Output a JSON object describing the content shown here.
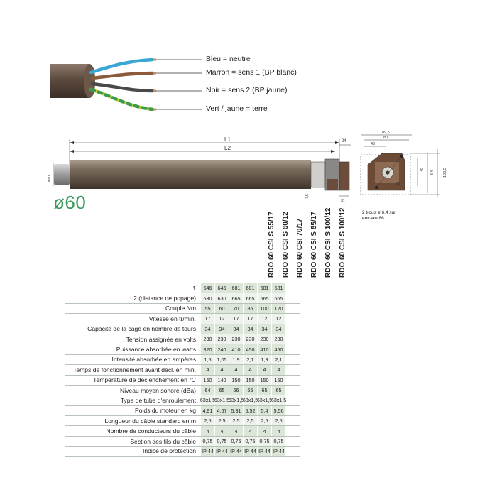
{
  "cable": {
    "wires": [
      {
        "label": "Bleu = neutre",
        "color": "#3aa6d6"
      },
      {
        "label": "Marron = sens 1 (BP blanc)",
        "color": "#8a5a3a"
      },
      {
        "label": "Noir = sens 2 (BP jaune)",
        "color": "#555555"
      },
      {
        "label": "Vert / jaune = terre",
        "color": "#c9d23a"
      }
    ]
  },
  "drawing": {
    "diameter_label": "ø60",
    "L1": "L1",
    "L2": "L2",
    "dim_24": "24",
    "dim_60": "ø 60",
    "dim_7_5": "7,5",
    "dim_31": "31",
    "dim_89_5": "89,5",
    "dim_80": "80",
    "dim_40": "40",
    "dim_40v": "40",
    "dim_94": "94",
    "dim_100_5": "100,5",
    "dim_86": "86",
    "holes_note": "2 trous ø 6,4 sur entraxe 86"
  },
  "table": {
    "models": [
      "RDO 60 CSI S 55/17",
      "RDO 60 CSI S 60/12",
      "RDO 60 CSI 70/17",
      "RDO 60 CSI S 85/17",
      "RDO 60 CSI S 100/12",
      "RDO 60 CSI S 100/12"
    ],
    "rows": [
      {
        "label": "L1",
        "values": [
          "646",
          "646",
          "681",
          "681",
          "681",
          "681"
        ]
      },
      {
        "label": "L2 (distance de popage)",
        "values": [
          "630",
          "630",
          "665",
          "665",
          "665",
          "665"
        ]
      },
      {
        "label": "Couple Nm",
        "values": [
          "55",
          "60",
          "70",
          "85",
          "100",
          "120"
        ]
      },
      {
        "label": "Vitesse en tr/min.",
        "values": [
          "17",
          "12",
          "17",
          "17",
          "12",
          "12"
        ]
      },
      {
        "label": "Capacité de la cage en nombre de tours",
        "values": [
          "34",
          "34",
          "34",
          "34",
          "34",
          "34"
        ]
      },
      {
        "label": "Tension assignée en volts",
        "values": [
          "230",
          "230",
          "230",
          "230",
          "230",
          "230"
        ]
      },
      {
        "label": "Puissance absorbée en watts",
        "values": [
          "320",
          "240",
          "410",
          "450",
          "410",
          "450"
        ]
      },
      {
        "label": "Intensité absorbée en ampères",
        "values": [
          "1,5",
          "1,05",
          "1,9",
          "2,1",
          "1,9",
          "2,1"
        ]
      },
      {
        "label": "Temps de fonctionnement avant décl. en min.",
        "values": [
          "4",
          "4",
          "4",
          "4",
          "4",
          "4"
        ]
      },
      {
        "label": "Température de déclenchement en °C",
        "values": [
          "150",
          "140",
          "150",
          "150",
          "150",
          "150"
        ]
      },
      {
        "label": "Niveau moyen sonore (dBa)",
        "values": [
          "64",
          "65",
          "66",
          "65",
          "65",
          "65"
        ]
      },
      {
        "label": "Type de tube d'enroulement",
        "values": [
          "63x1,5",
          "63x1,5",
          "63x1,5",
          "63x1,5",
          "63x1,5",
          "63x1,5"
        ]
      },
      {
        "label": "Poids du moteur en kg",
        "values": [
          "4,91",
          "4,67",
          "5,31",
          "5,52",
          "5,4",
          "5,56"
        ]
      },
      {
        "label": "Longueur du câble standard en m",
        "values": [
          "2,5",
          "2,5",
          "2,5",
          "2,5",
          "2,5",
          "2,5"
        ]
      },
      {
        "label": "Nombre de conducteurs du câble",
        "values": [
          "4",
          "4",
          "4",
          "4",
          "4",
          "4"
        ]
      },
      {
        "label": "Section des fils du câble",
        "values": [
          "0,75",
          "0,75",
          "0,75",
          "0,75",
          "0,75",
          "0,75"
        ]
      },
      {
        "label": "Indice de protection",
        "values": [
          "IP 44",
          "IP 44",
          "IP 44",
          "IP 44",
          "IP 44",
          "IP 44"
        ]
      }
    ]
  }
}
